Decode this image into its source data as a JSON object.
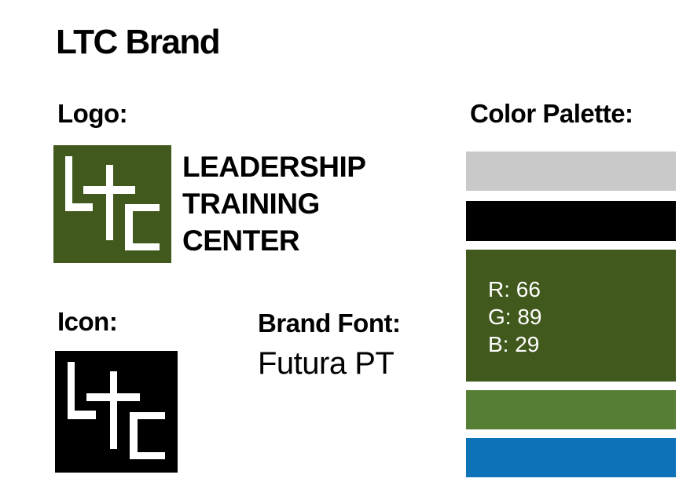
{
  "page": {
    "title": "LTC Brand",
    "background": "#FFFFFF"
  },
  "logo_section": {
    "label": "Logo:",
    "logo_monogram": "LTC",
    "logo_square_color": "#42591D",
    "logo_monogram_color": "#FFFFFF",
    "wordmark_lines": [
      "LEADERSHIP",
      "TRAINING",
      "CENTER"
    ]
  },
  "icon_section": {
    "label": "Icon:",
    "icon_monogram": "LTC",
    "icon_square_color": "#000000",
    "icon_monogram_color": "#FFFFFF"
  },
  "font_section": {
    "label": "Brand Font:",
    "font_name": "Futura PT"
  },
  "palette_section": {
    "label": "Color Palette:",
    "swatches": [
      {
        "name": "light-gray",
        "color": "#C9C9C9"
      },
      {
        "name": "black",
        "color": "#000000"
      },
      {
        "name": "brand-dark-green",
        "color": "#42591D",
        "text_color": "#FFFFFF",
        "rgb_lines": [
          "R: 66",
          "G: 89",
          "B: 29"
        ]
      },
      {
        "name": "medium-green",
        "color": "#577E35"
      },
      {
        "name": "blue",
        "color": "#0E72B8"
      }
    ]
  }
}
